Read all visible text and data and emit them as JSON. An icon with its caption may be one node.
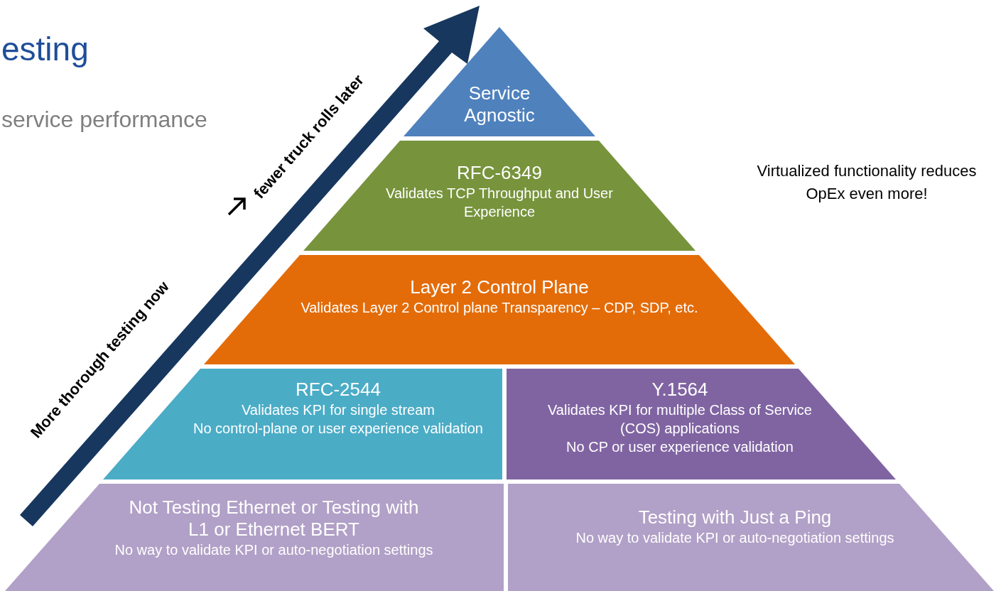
{
  "diagram": {
    "nodes": [
      {
        "text": [
          "Service Agnostic"
        ]
      },
      {
        "text": [
          "RFC-6349",
          "Validates TCP Throughput and User Experience"
        ]
      },
      {
        "text": [
          "Layer 2 Control Plane",
          "Validates Layer 2 Control plane Transparency – CDP, SDP, etc."
        ]
      },
      {
        "text": [
          "RFC-2544",
          "Validates KPI for single stream",
          "No control-plane or user experience validation"
        ]
      },
      {
        "text": [
          "Y.1564",
          "Validates KPI for multiple Class of Service (COS) applications",
          "No CP or user experience validation"
        ]
      },
      {
        "text": [
          "Not Testing Ethernet or Testing with L1 or Ethernet BERT",
          "No way to validate KPI or auto-negotiation settings"
        ]
      },
      {
        "text": [
          "Testing with Just a Ping",
          "No way to validate KPI or auto-negotiation settings"
        ]
      }
    ],
    "edges": [],
    "labels": [
      "esting",
      "service performance",
      "More thorough testing now",
      "fewer truck rolls later",
      "Virtualized functionality reduces OpEx even more!"
    ]
  }
}
